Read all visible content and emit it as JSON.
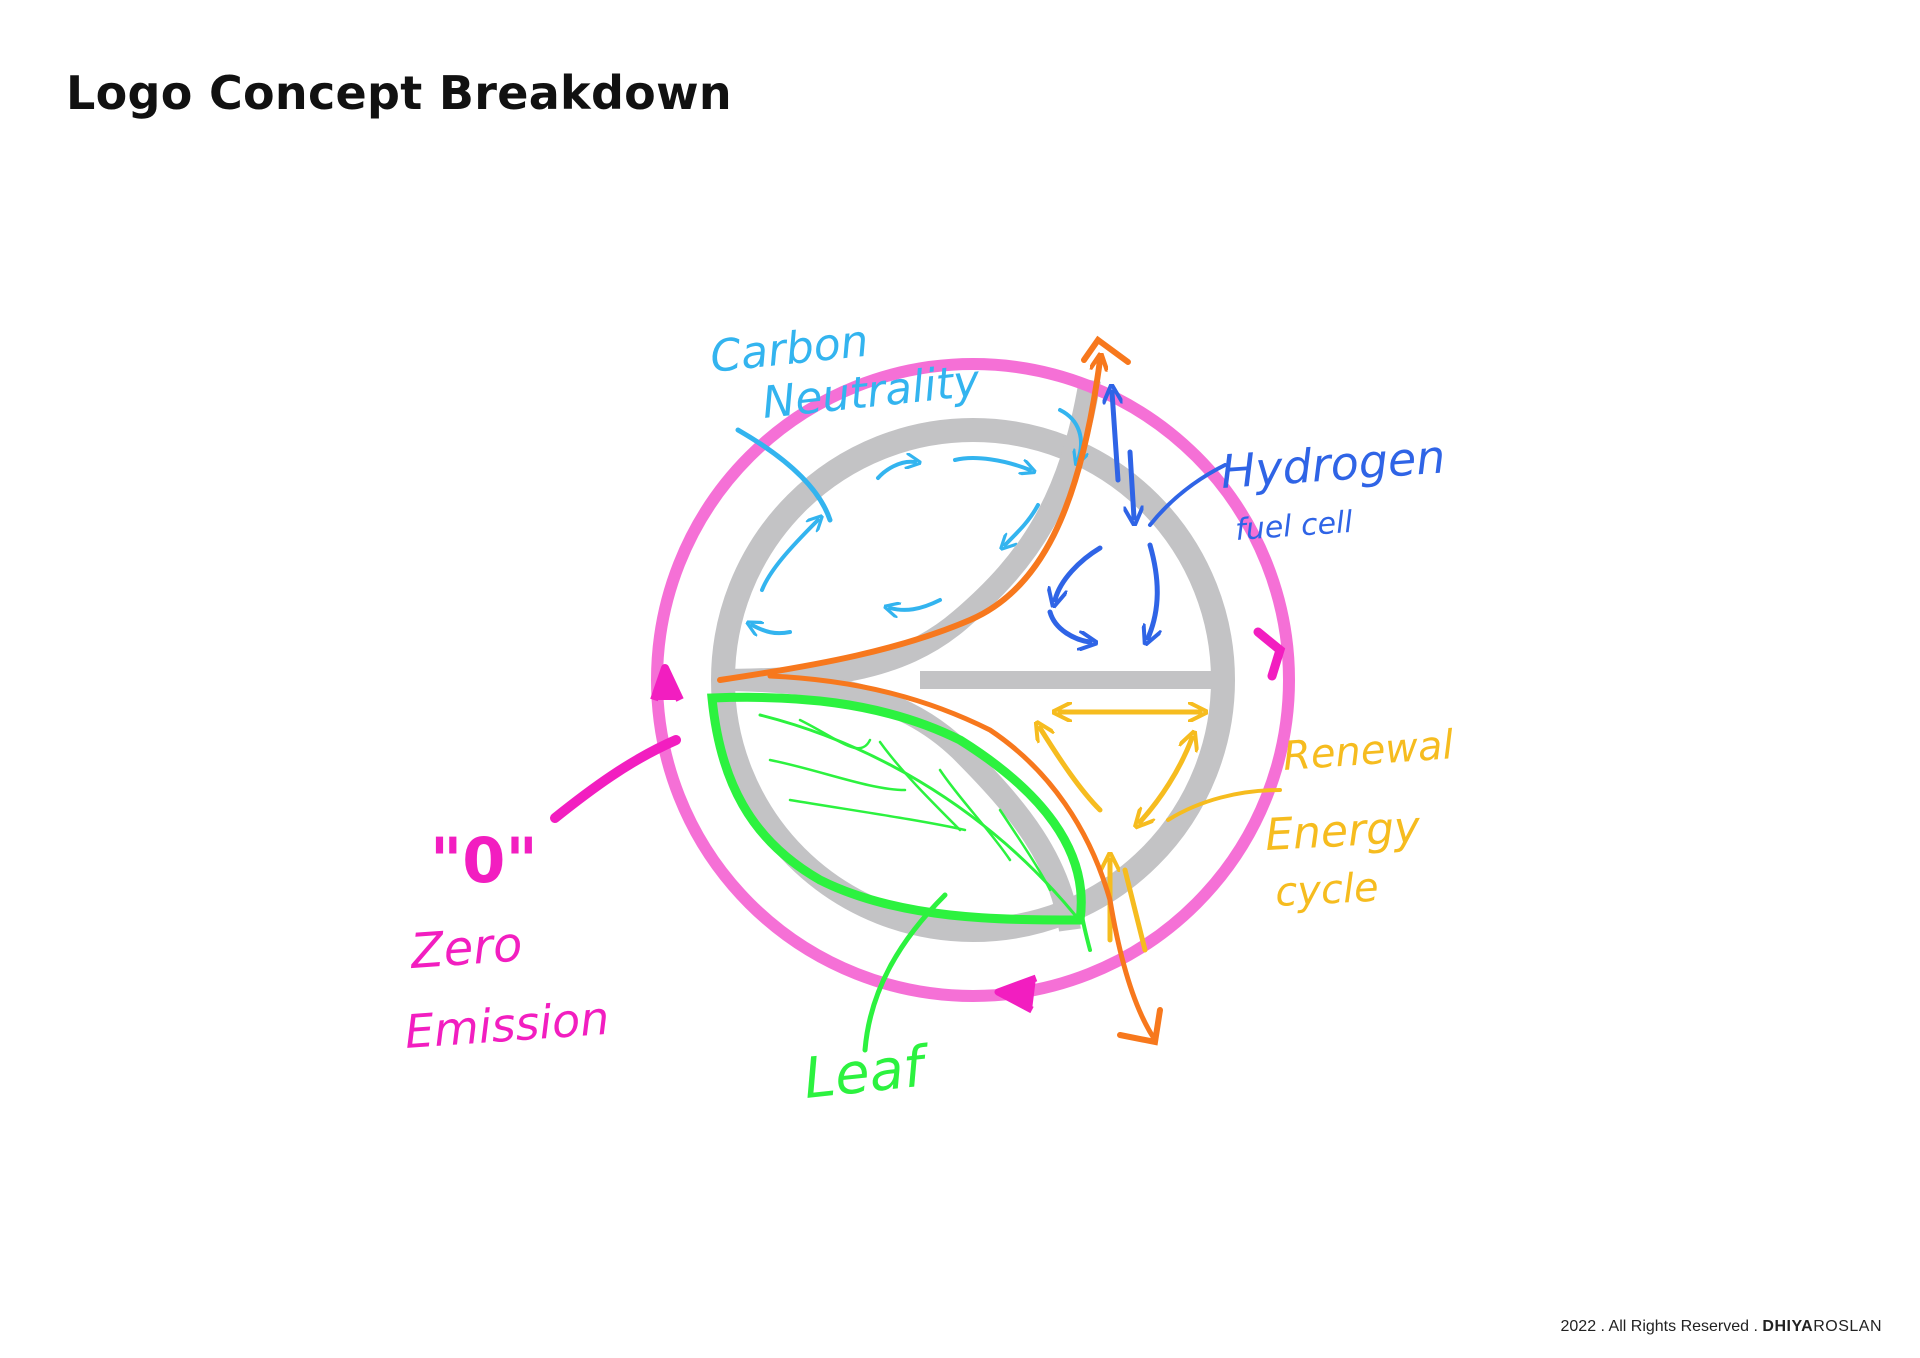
{
  "page": {
    "title": "Logo Concept Breakdown"
  },
  "annotations": {
    "carbon_line1": "Carbon",
    "carbon_line2": "Neutrality",
    "hydrogen_line1": "Hydrogen",
    "hydrogen_line2": "fuel cell",
    "renewal_line1": "Renewal",
    "renewal_line2": "Energy",
    "renewal_line3": "cycle",
    "zero_symbol": "\"0\"",
    "zero_line1": "Zero",
    "zero_line2": "Emission",
    "leaf": "Leaf"
  },
  "colors": {
    "carbon": "#33b4ef",
    "hydrogen": "#2f64e6",
    "renewal": "#f6bc1f",
    "zero": "#f21ec0",
    "ring": "#f570d6",
    "leaf": "#2cf23f",
    "growth": "#f7781d",
    "logo_grey": "#c3c3c5"
  },
  "footer": {
    "prefix": "2022 . All Rights Reserved . ",
    "brand_bold": "DHIYA",
    "brand_light": "ROSLAN"
  }
}
